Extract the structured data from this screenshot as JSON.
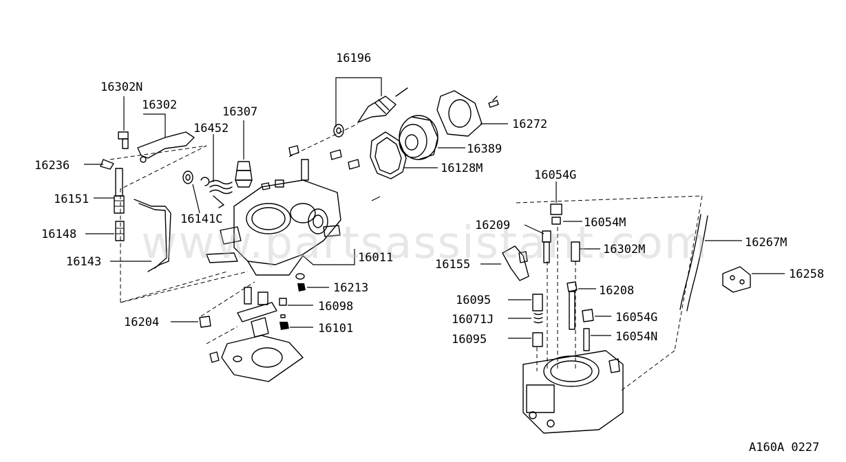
{
  "diagram": {
    "watermark": "www.partsassistant.com",
    "reference_code": "A160A 0227",
    "part_labels": {
      "p16196": "16196",
      "p16302N": "16302N",
      "p16302": "16302",
      "p16307": "16307",
      "p16452": "16452",
      "p16272": "16272",
      "p16389": "16389",
      "p16128M": "16128M",
      "p16236": "16236",
      "p16151": "16151",
      "p16141C": "16141C",
      "p16148": "16148",
      "p16143": "16143",
      "p16011": "16011",
      "p16213": "16213",
      "p16098": "16098",
      "p16204": "16204",
      "p16101": "16101",
      "p16054G_top": "16054G",
      "p16209": "16209",
      "p16054M": "16054M",
      "p16302M": "16302M",
      "p16267M": "16267M",
      "p16155": "16155",
      "p16258": "16258",
      "p16208": "16208",
      "p16095_a": "16095",
      "p16054G_bottom": "16054G",
      "p16071J": "16071J",
      "p16054N": "16054N",
      "p16095_b": "16095"
    }
  }
}
